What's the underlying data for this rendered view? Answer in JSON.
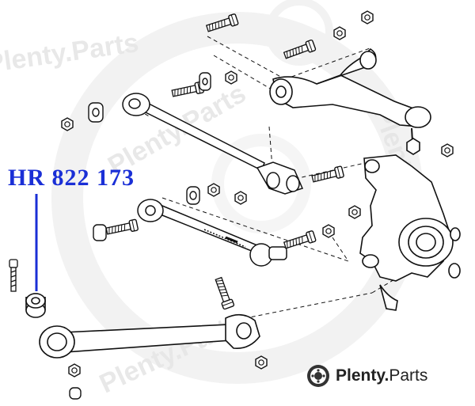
{
  "part_label": {
    "number": "HR 822 173",
    "color": "#1a2fd6"
  },
  "brand": {
    "name": "Plenty",
    "dot": ".",
    "suffix": "Parts",
    "logo_icon": "brake-disc-icon"
  },
  "watermark": {
    "text": "Plenty.Parts",
    "color": "#d0d0d0"
  },
  "colors": {
    "line": "#111111",
    "accent": "#1a2fd6",
    "watermark": "#dcdcdc"
  }
}
